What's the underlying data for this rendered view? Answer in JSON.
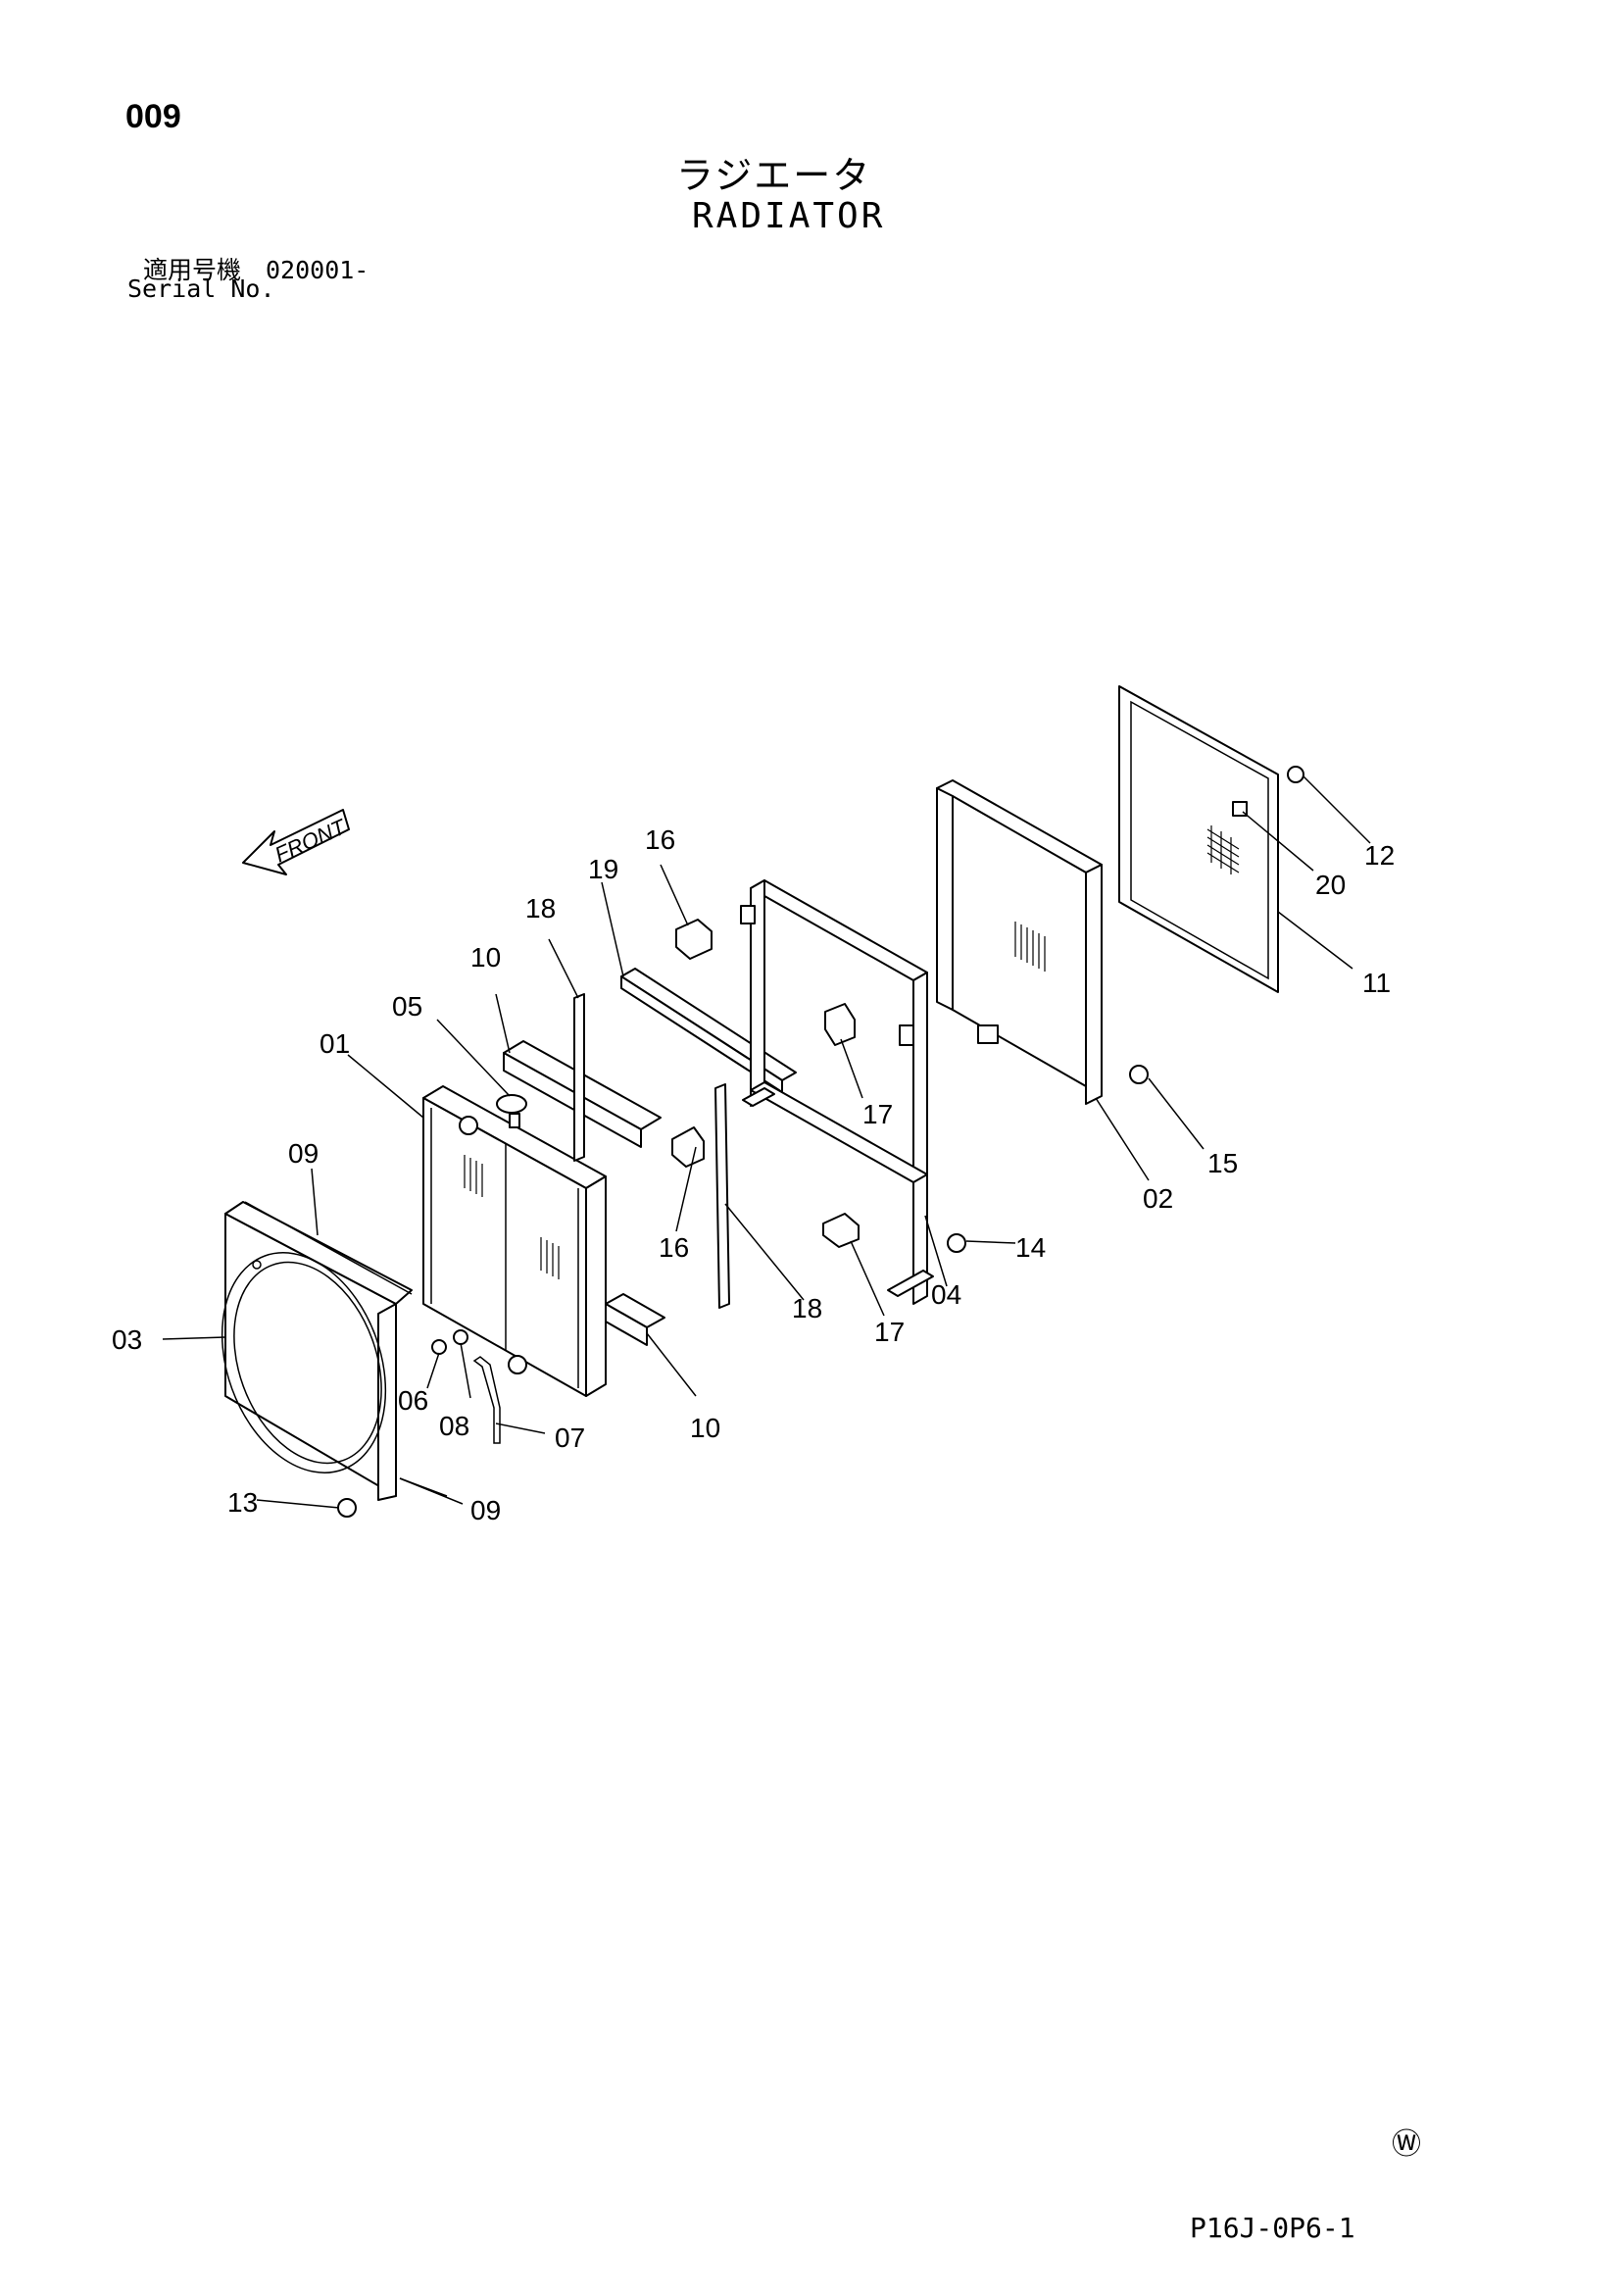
{
  "header": {
    "page_number": "009",
    "title_jp": "ラジエータ",
    "title_en": "RADIATOR",
    "serial_jp": "適用号機　020001-",
    "serial_en": "Serial No."
  },
  "diagram": {
    "front_label": "FRONT",
    "callouts": [
      "01",
      "02",
      "03",
      "04",
      "05",
      "06",
      "07",
      "08",
      "09",
      "09",
      "10",
      "10",
      "11",
      "12",
      "13",
      "14",
      "15",
      "16",
      "16",
      "17",
      "17",
      "18",
      "18",
      "19",
      "20"
    ]
  },
  "footer": {
    "mark": "Ⓦ",
    "code": "P16J-0P6-1"
  }
}
